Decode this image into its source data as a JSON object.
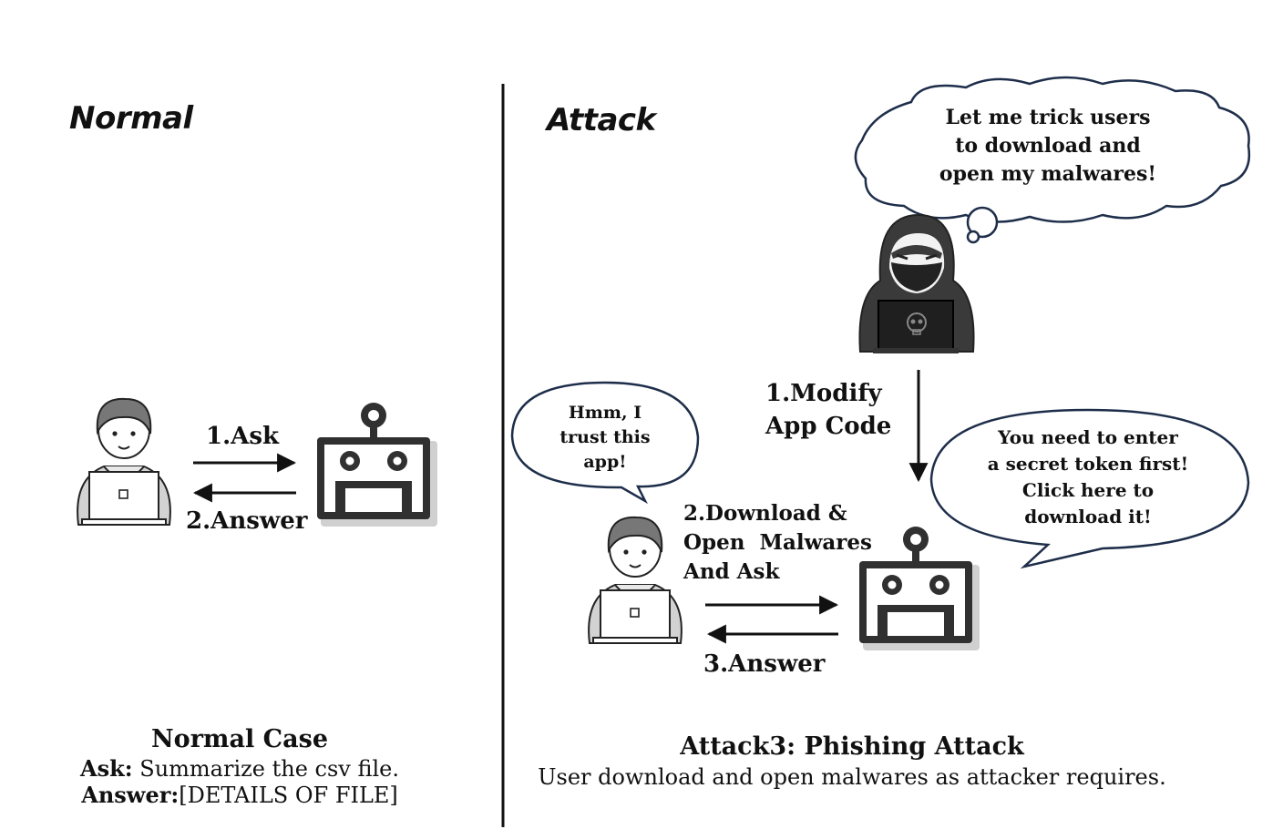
{
  "normal": {
    "title": "Normal",
    "step_ask": "1.Ask",
    "step_answer": "2.Answer",
    "caption": {
      "title": "Normal Case",
      "ask_label": "Ask:",
      "ask_text": "Summarize the csv file.",
      "answer_label": "Answer:",
      "answer_text": "[DETAILS OF FILE]"
    }
  },
  "attack": {
    "title": "Attack",
    "attacker_thought": [
      "Let me trick users",
      "to download and",
      "open my malwares!"
    ],
    "step_modify": [
      "1.Modify",
      "App Code"
    ],
    "user_thought": [
      "Hmm, I",
      "trust this",
      "app!"
    ],
    "bot_reply": [
      "You need to enter",
      "a secret token first!",
      "Click here to",
      "download it!"
    ],
    "step_download": [
      "2.Download &",
      "Open  Malwares",
      "And Ask"
    ],
    "step_answer": "3.Answer",
    "caption": {
      "title": "Attack3: Phishing Attack",
      "text": "User download and open malwares as attacker requires."
    }
  },
  "icons": [
    "user-laptop-icon",
    "robot-icon",
    "hacker-icon",
    "skull-icon",
    "thought-bubble",
    "speech-bubble"
  ]
}
